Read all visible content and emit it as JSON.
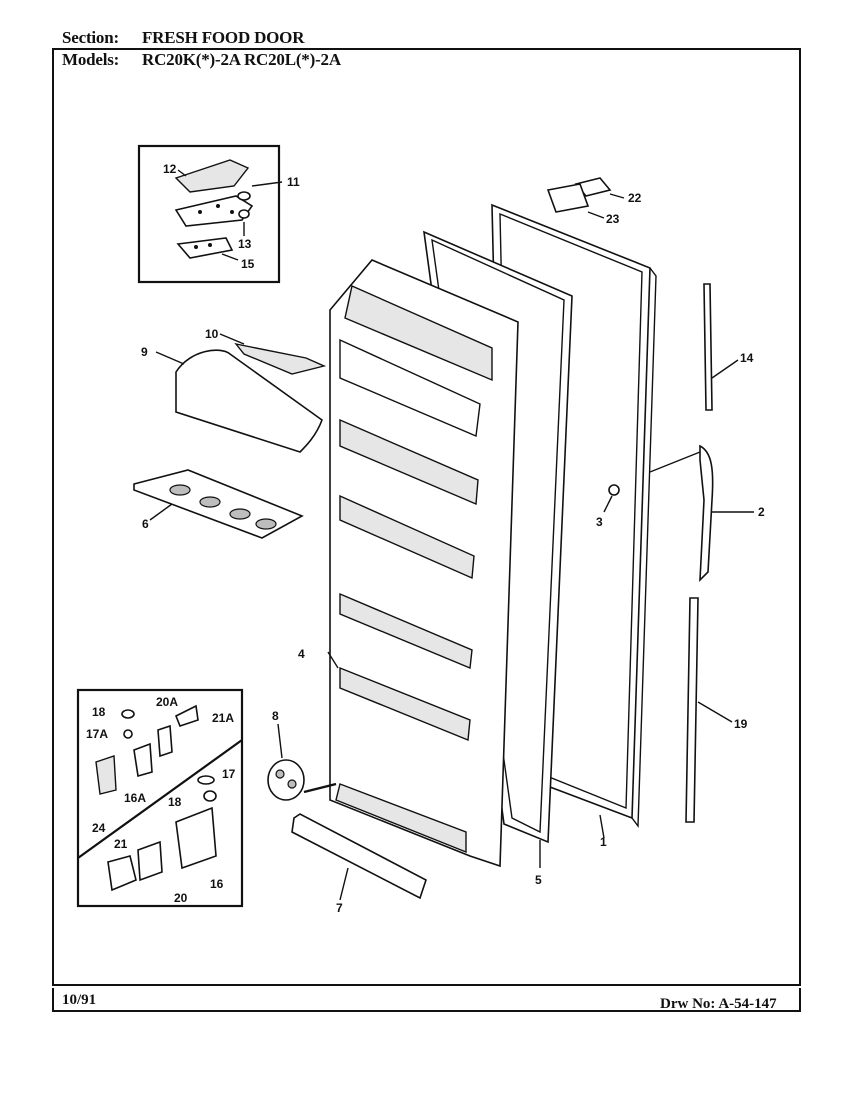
{
  "header": {
    "section_label": "Section:",
    "section_value": "FRESH FOOD DOOR",
    "models_label": "Models:",
    "models_value": "RC20K(*)-2A   RC20L(*)-2A"
  },
  "footer": {
    "date": "10/91",
    "drawing_no": "Drw No: A-54-147"
  },
  "part_labels": {
    "p1": "1",
    "p2": "2",
    "p3": "3",
    "p4": "4",
    "p5": "5",
    "p6": "6",
    "p7": "7",
    "p8": "8",
    "p9": "9",
    "p10": "10",
    "p11": "11",
    "p12": "12",
    "p13": "13",
    "p14": "14",
    "p15": "15",
    "p16": "16",
    "p16a": "16A",
    "p17": "17",
    "p17a": "17A",
    "p18a": "18",
    "p18b": "18",
    "p19": "19",
    "p20": "20",
    "p20a": "20A",
    "p21": "21",
    "p21a": "21A",
    "p22": "22",
    "p23": "23",
    "p24": "24"
  }
}
